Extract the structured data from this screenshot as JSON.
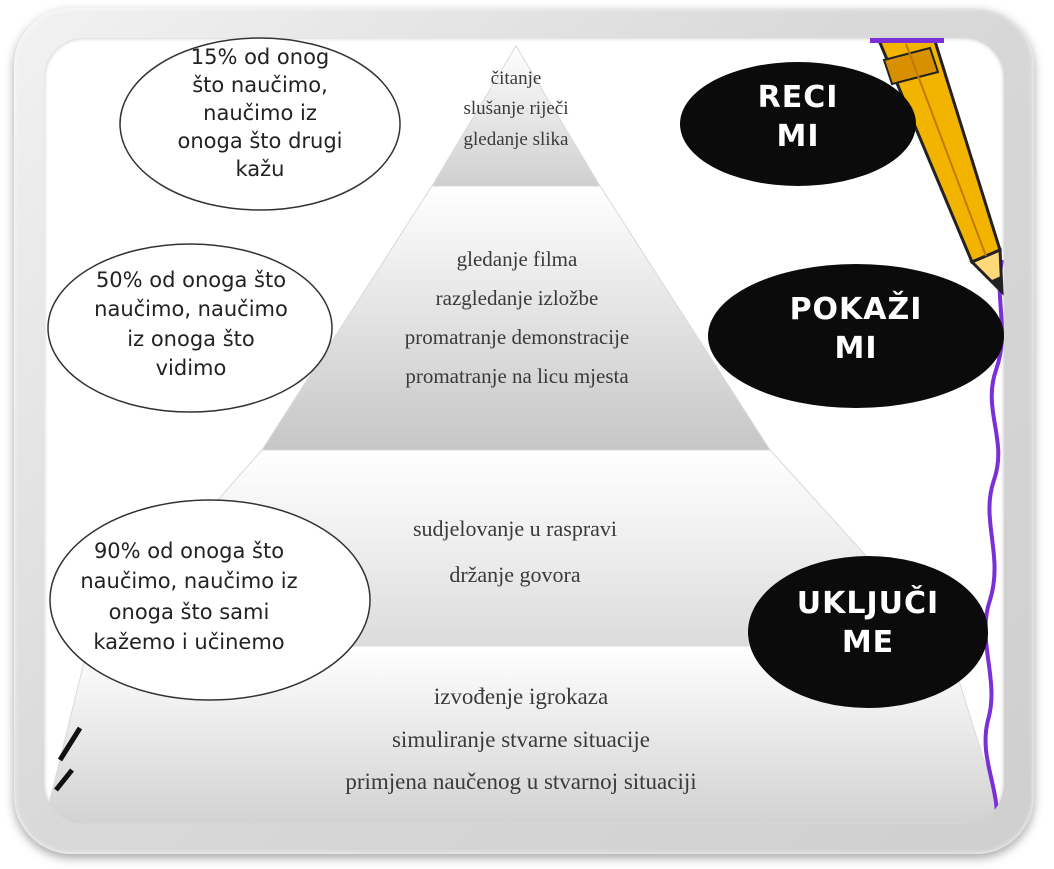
{
  "pyramid": {
    "level1": [
      "čitanje",
      "slušanje riječi",
      "gledanje slika"
    ],
    "level2": [
      "gledanje filma",
      "razgledanje izložbe",
      "promatranje demonstracije",
      "promatranje na licu mjesta"
    ],
    "level3": [
      "sudjelovanje u raspravi",
      "držanje govora"
    ],
    "level4": [
      "izvođenje igrokaza",
      "simuliranje stvarne situacije",
      "primjena naučenog u stvarnoj situaciji"
    ]
  },
  "bubbles": {
    "b15": [
      "15% od onog",
      "što naučimo,",
      "naučimo iz",
      "onoga što drugi",
      "kažu"
    ],
    "b50": [
      "50% od onoga što",
      "naučimo, naučimo",
      "iz onoga što",
      "vidimo"
    ],
    "b90": [
      "90% od onoga što",
      "naučimo, naučimo iz",
      "onoga što sami",
      "kažemo i učinemo"
    ]
  },
  "badges": {
    "reci": [
      "RECI",
      "MI"
    ],
    "pokazi": [
      "POKAŽI",
      "MI"
    ],
    "ukljuci": [
      "UKLJUČI",
      "ME"
    ]
  },
  "colors": {
    "pyramid_top": "#d6d6d6",
    "pyramid_light": "#f4f4f4",
    "pyramid_mid": "#c9c9c9",
    "badge": "#0b0b0b",
    "squiggle": "#7a2fd8",
    "pencil_body": "#f3b400",
    "pencil_tip": "#ffd879"
  }
}
